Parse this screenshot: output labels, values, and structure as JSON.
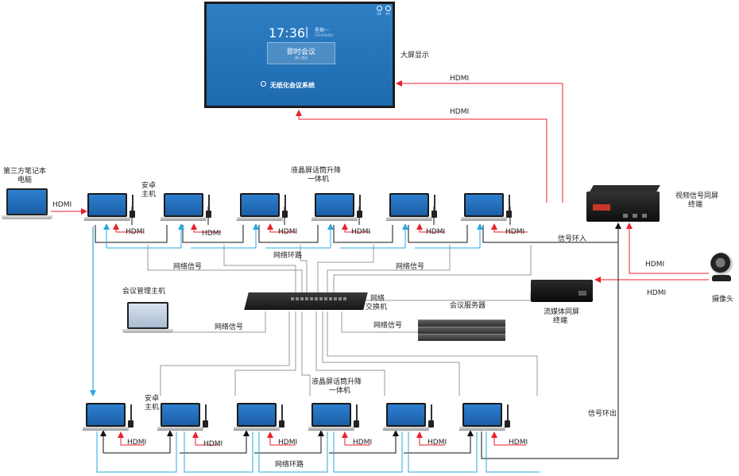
{
  "big_screen": {
    "label": "大屏显示",
    "time": "17:36",
    "separator": "|",
    "weekday": "星期一",
    "date": "2019/06/03",
    "meeting_button": "即时会议",
    "meeting_sub": "请入会议",
    "system_name": "无纸化会议系统",
    "icon_labels": [
      "设置",
      "关机"
    ]
  },
  "laptop_third_party": {
    "label_line1": "第三方笔记本",
    "label_line2": "电脑"
  },
  "android_host_top": {
    "line1": "安卓",
    "line2": "主机"
  },
  "android_host_bottom": {
    "line1": "安卓",
    "line2": "主机"
  },
  "lcd_unit_top": {
    "line1": "液晶屏话筒升降",
    "line2": "一体机"
  },
  "lcd_unit_bottom": {
    "line1": "液晶屏话筒升降",
    "line2": "一体机"
  },
  "video_sync_terminal": {
    "line1": "视频信号同屏",
    "line2": "终端"
  },
  "stream_terminal": {
    "line1": "流媒体同屏",
    "line2": "终端"
  },
  "camera": {
    "label": "摄像头"
  },
  "switch": {
    "line1": "网络",
    "line2": "交换机"
  },
  "conference_server": {
    "label": "会议服务器"
  },
  "mgmt_host": {
    "label": "会议管理主机"
  },
  "signals": {
    "hdmi": "HDMI",
    "network_signal": "网络信号",
    "network_loop": "网络环路",
    "signal_in": "信号环入",
    "signal_out": "信号环出"
  },
  "colors": {
    "hdmi": "#e8202a",
    "network": "#999999",
    "loop": "#29a9e1",
    "control": "#111111",
    "screen_bg": "#1f6db3"
  }
}
